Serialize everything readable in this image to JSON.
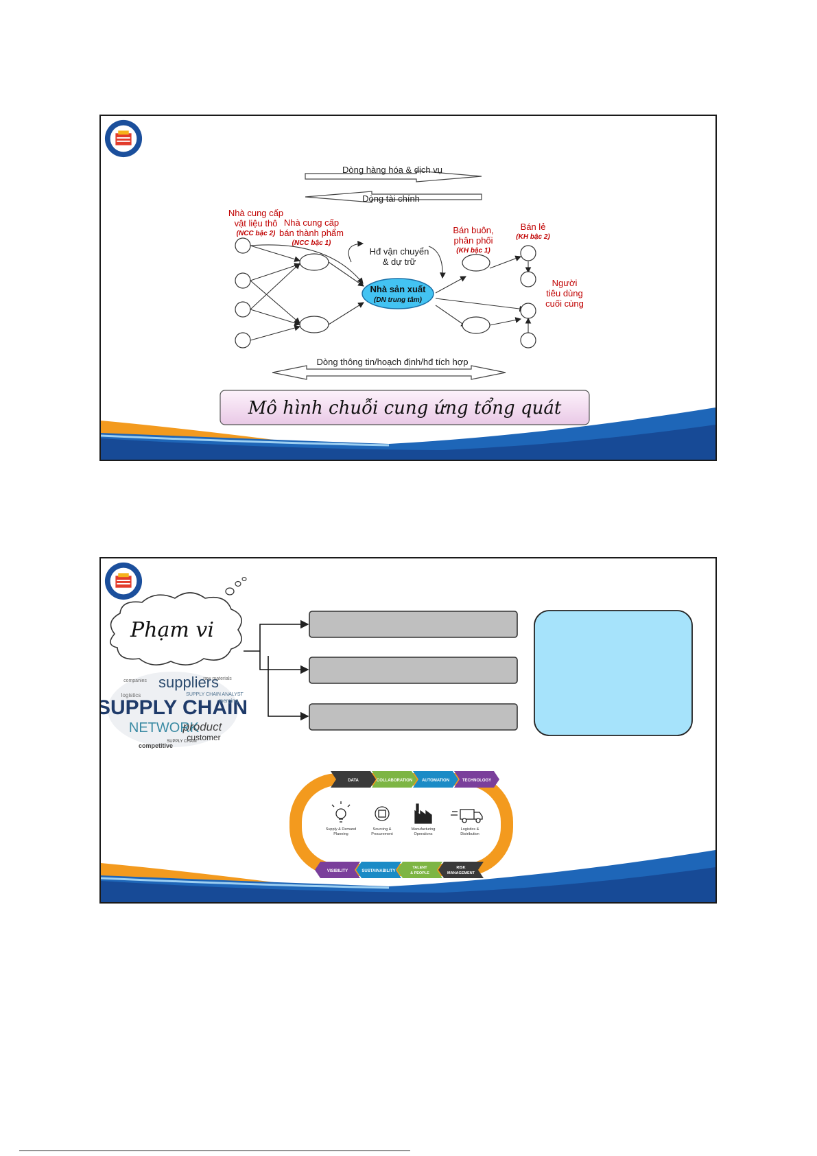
{
  "slide1": {
    "flows": {
      "goods": "Dòng hàng hóa & dịch vụ",
      "finance": "Dòng tài chính",
      "info": "Dòng thông tin/hoạch định/hđ tích hợp"
    },
    "labels": {
      "raw_supplier_line1": "Nhà cung cấp",
      "raw_supplier_line2": "vật liệu thô",
      "raw_supplier_tier": "(NCC bậc 2)",
      "semi_supplier_line1": "Nhà cung cấp",
      "semi_supplier_line2": "bán thành phẩm",
      "semi_supplier_tier": "(NCC bậc 1)",
      "transport_line1": "Hđ vận chuyển",
      "transport_line2": "& dự trữ",
      "manufacturer": "Nhà sản xuất",
      "manufacturer_sub": "(DN trung tâm)",
      "wholesale_line1": "Bán buôn,",
      "wholesale_line2": "phân phối",
      "wholesale_tier": "(KH bậc 1)",
      "retail": "Bán lẻ",
      "retail_tier": "(KH bậc 2)",
      "consumer_line1": "Người",
      "consumer_line2": "tiêu  dùng",
      "consumer_line3": "cuối cùng"
    },
    "title_banner": "Mô hình chuỗi cung ứng tổng quát"
  },
  "slide2": {
    "cloud_label": "Phạm vi",
    "wordcloud": {
      "suppliers": "suppliers",
      "supply_chain": "SUPPLY CHAIN",
      "network": "NETWORK",
      "product": "product",
      "customer": "customer",
      "small1": "SUPPLY CHAIN ANALYST",
      "small2": "logistics",
      "small3": "merging",
      "small4": "raw materials",
      "small5": "companies",
      "small6": "SUPPLY CHAIN",
      "small7": "competitive"
    },
    "loop": {
      "top": [
        "DATA",
        "COLLABORATION",
        "AUTOMATION",
        "TECHNOLOGY"
      ],
      "bottom": [
        "VISIBILITY",
        "SUSTAINABILITY",
        "TALENT",
        "& PEOPLE",
        "RISK",
        "MANAGEMENT"
      ],
      "icons": [
        {
          "line1": "Supply & Demand",
          "line2": "Planning"
        },
        {
          "line1": "Sourcing &",
          "line2": "Procurement"
        },
        {
          "line1": "Manufacturing",
          "line2": "Operations"
        },
        {
          "line1": "Logistics &",
          "line2": "Distribution"
        }
      ]
    },
    "colors": {
      "gray_box": "#bfbfbf",
      "blue_box": "#a6e3fb",
      "loop_orange": "#f39a1e"
    }
  }
}
